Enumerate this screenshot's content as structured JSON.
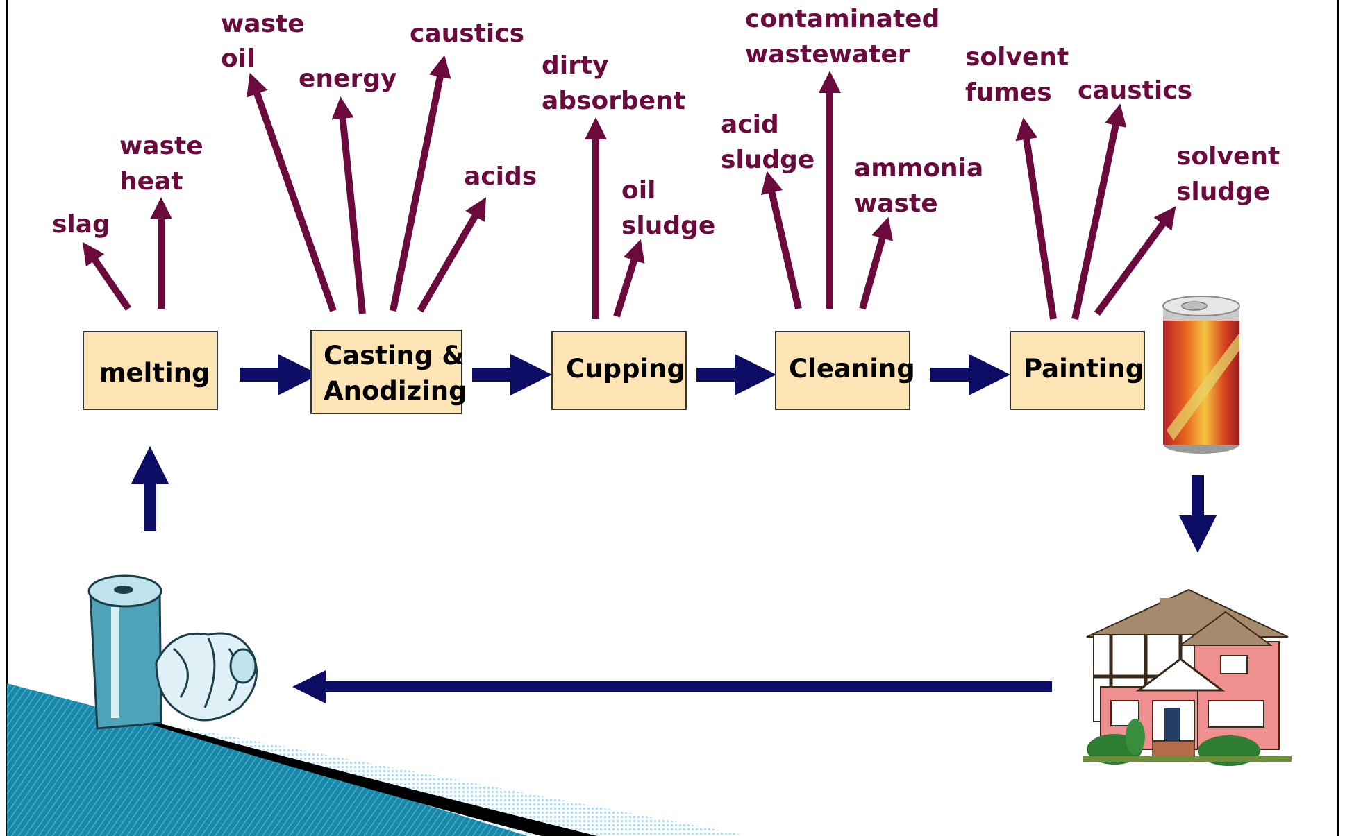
{
  "process_steps": [
    {
      "id": "melting",
      "lines": [
        "melting"
      ]
    },
    {
      "id": "casting",
      "lines": [
        "Casting &",
        "Anodizing"
      ]
    },
    {
      "id": "cupping",
      "lines": [
        "Cupping"
      ]
    },
    {
      "id": "cleaning",
      "lines": [
        "Cleaning"
      ]
    },
    {
      "id": "painting",
      "lines": [
        "Painting"
      ]
    }
  ],
  "outputs": {
    "melting": [
      [
        "slag"
      ],
      [
        "waste",
        "heat"
      ]
    ],
    "casting": [
      [
        "waste",
        "oil"
      ],
      [
        "energy"
      ],
      [
        "caustics"
      ],
      [
        "acids"
      ]
    ],
    "cupping": [
      [
        "dirty",
        "absorbent"
      ],
      [
        "oil",
        "sludge"
      ]
    ],
    "cleaning": [
      [
        "acid",
        "sludge"
      ],
      [
        "contaminated",
        "wastewater"
      ],
      [
        "ammonia",
        "waste"
      ]
    ],
    "painting": [
      [
        "solvent",
        "fumes"
      ],
      [
        "caustics"
      ],
      [
        "solvent",
        "sludge"
      ]
    ]
  },
  "images": {
    "new_can": "painted-can-icon",
    "house": "house-icon",
    "discarded_cans": "crushed-cans-icon"
  },
  "colors": {
    "output_arrow": "#6b0a3c",
    "flow_arrow": "#0d0d66",
    "box_fill": "#fce4b4",
    "box_border": "#333333",
    "slide_accent": "#1a87a8"
  }
}
